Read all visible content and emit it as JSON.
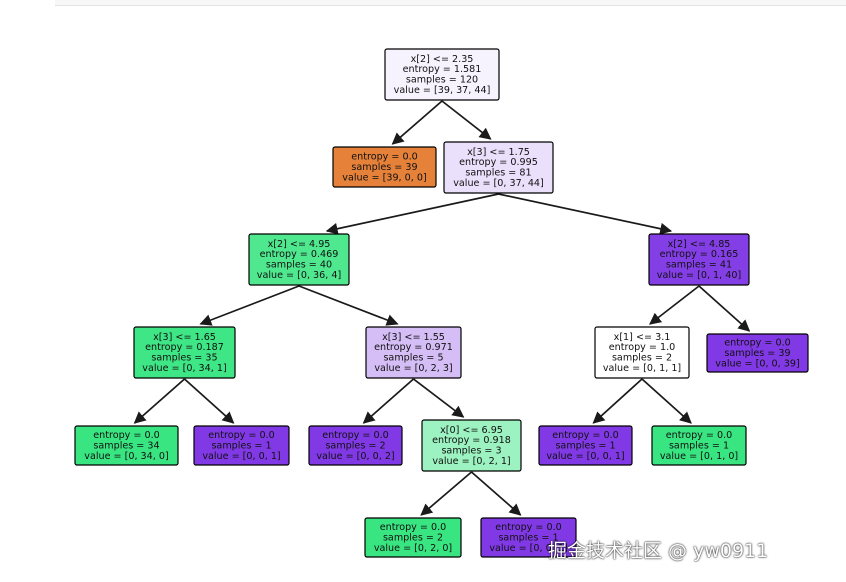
{
  "tree": {
    "nodes": [
      {
        "id": "n0",
        "lines": [
          "x[2] <= 2.35",
          "entropy = 1.581",
          "samples = 120",
          "value = [39, 37, 44]"
        ],
        "fill": "#f6f3fe"
      },
      {
        "id": "n1",
        "lines": [
          "entropy = 0.0",
          "samples = 39",
          "value = [39, 0, 0]"
        ],
        "fill": "#e58139"
      },
      {
        "id": "n2",
        "lines": [
          "x[3] <= 1.75",
          "entropy = 0.995",
          "samples = 81",
          "value = [0, 37, 44]"
        ],
        "fill": "#ebe0fb"
      },
      {
        "id": "n3",
        "lines": [
          "x[2] <= 4.95",
          "entropy = 0.469",
          "samples = 40",
          "value = [0, 36, 4]"
        ],
        "fill": "#4fe88f"
      },
      {
        "id": "n4",
        "lines": [
          "x[2] <= 4.85",
          "entropy = 0.165",
          "samples = 41",
          "value = [0, 1, 40]"
        ],
        "fill": "#843ee6"
      },
      {
        "id": "n5",
        "lines": [
          "x[3] <= 1.65",
          "entropy = 0.187",
          "samples = 35",
          "value = [0, 34, 1]"
        ],
        "fill": "#3fe685"
      },
      {
        "id": "n6",
        "lines": [
          "x[3] <= 1.55",
          "entropy = 0.971",
          "samples = 5",
          "value = [0, 2, 3]"
        ],
        "fill": "#d5bdf6"
      },
      {
        "id": "n7",
        "lines": [
          "x[1] <= 3.1",
          "entropy = 1.0",
          "samples = 2",
          "value = [0, 1, 1]"
        ],
        "fill": "#ffffff"
      },
      {
        "id": "n8",
        "lines": [
          "entropy = 0.0",
          "samples = 39",
          "value = [0, 0, 39]"
        ],
        "fill": "#8139e5"
      },
      {
        "id": "n9",
        "lines": [
          "entropy = 0.0",
          "samples = 34",
          "value = [0, 34, 0]"
        ],
        "fill": "#39e581"
      },
      {
        "id": "n10",
        "lines": [
          "entropy = 0.0",
          "samples = 1",
          "value = [0, 0, 1]"
        ],
        "fill": "#8139e5"
      },
      {
        "id": "n11",
        "lines": [
          "entropy = 0.0",
          "samples = 2",
          "value = [0, 0, 2]"
        ],
        "fill": "#8139e5"
      },
      {
        "id": "n12",
        "lines": [
          "x[0] <= 6.95",
          "entropy = 0.918",
          "samples = 3",
          "value = [0, 2, 1]"
        ],
        "fill": "#9cf2c0"
      },
      {
        "id": "n13",
        "lines": [
          "entropy = 0.0",
          "samples = 1",
          "value = [0, 0, 1]"
        ],
        "fill": "#8139e5"
      },
      {
        "id": "n14",
        "lines": [
          "entropy = 0.0",
          "samples = 1",
          "value = [0, 1, 0]"
        ],
        "fill": "#39e581"
      },
      {
        "id": "n15",
        "lines": [
          "entropy = 0.0",
          "samples = 2",
          "value = [0, 2, 0]"
        ],
        "fill": "#39e581"
      },
      {
        "id": "n16",
        "lines": [
          "entropy = 0.0",
          "samples = 1",
          "value = [0, 0, 1]"
        ],
        "fill": "#8139e5"
      }
    ],
    "edges": [
      [
        "n0",
        "n1"
      ],
      [
        "n0",
        "n2"
      ],
      [
        "n2",
        "n3"
      ],
      [
        "n2",
        "n4"
      ],
      [
        "n3",
        "n5"
      ],
      [
        "n3",
        "n6"
      ],
      [
        "n4",
        "n7"
      ],
      [
        "n4",
        "n8"
      ],
      [
        "n5",
        "n9"
      ],
      [
        "n5",
        "n10"
      ],
      [
        "n6",
        "n11"
      ],
      [
        "n6",
        "n12"
      ],
      [
        "n7",
        "n13"
      ],
      [
        "n7",
        "n14"
      ],
      [
        "n12",
        "n15"
      ],
      [
        "n12",
        "n16"
      ]
    ],
    "colors": {
      "stroke": "#000000",
      "text": "#111111",
      "edge": "#1a1a1a"
    }
  },
  "watermark": {
    "text": "掘金技术社区 @ yw0911"
  }
}
